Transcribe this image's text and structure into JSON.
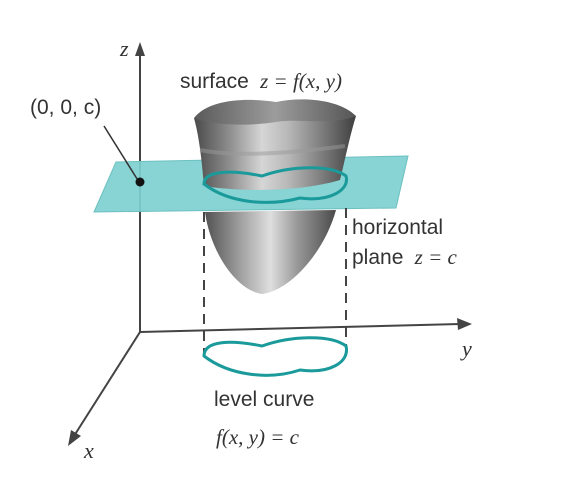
{
  "axes": {
    "z_label": "z",
    "y_label": "y",
    "x_label": "x"
  },
  "point": {
    "label": "(0, 0, c)"
  },
  "surface": {
    "label_prefix": "surface",
    "label_equation": "z = f(x, y)"
  },
  "plane": {
    "label_line1": "horizontal",
    "label_line2_prefix": "plane",
    "label_line2_equation": "z = c"
  },
  "level_curve": {
    "label_line1": "level curve",
    "label_line2": "f(x, y) = c"
  },
  "colors": {
    "plane_fill": "#7ecfcf",
    "curve_stroke": "#1a9a9a",
    "axis_stroke": "#444444",
    "text": "#333333"
  }
}
